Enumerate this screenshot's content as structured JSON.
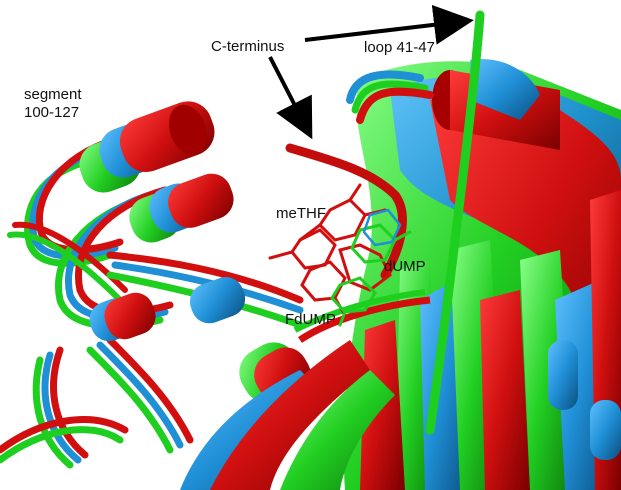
{
  "labels": {
    "segment_line1": "segment",
    "segment_line2": "100-127",
    "c_terminus": "C-terminus",
    "loop": "loop 41-47",
    "methf": "meTHF",
    "dump": "dUMP",
    "fdump": "FdUMP"
  },
  "colors": {
    "red": "#d10f0f",
    "blue": "#1f8fd6",
    "green": "#1fcf1f",
    "arrow": "#000000",
    "background": "#ffffff"
  }
}
